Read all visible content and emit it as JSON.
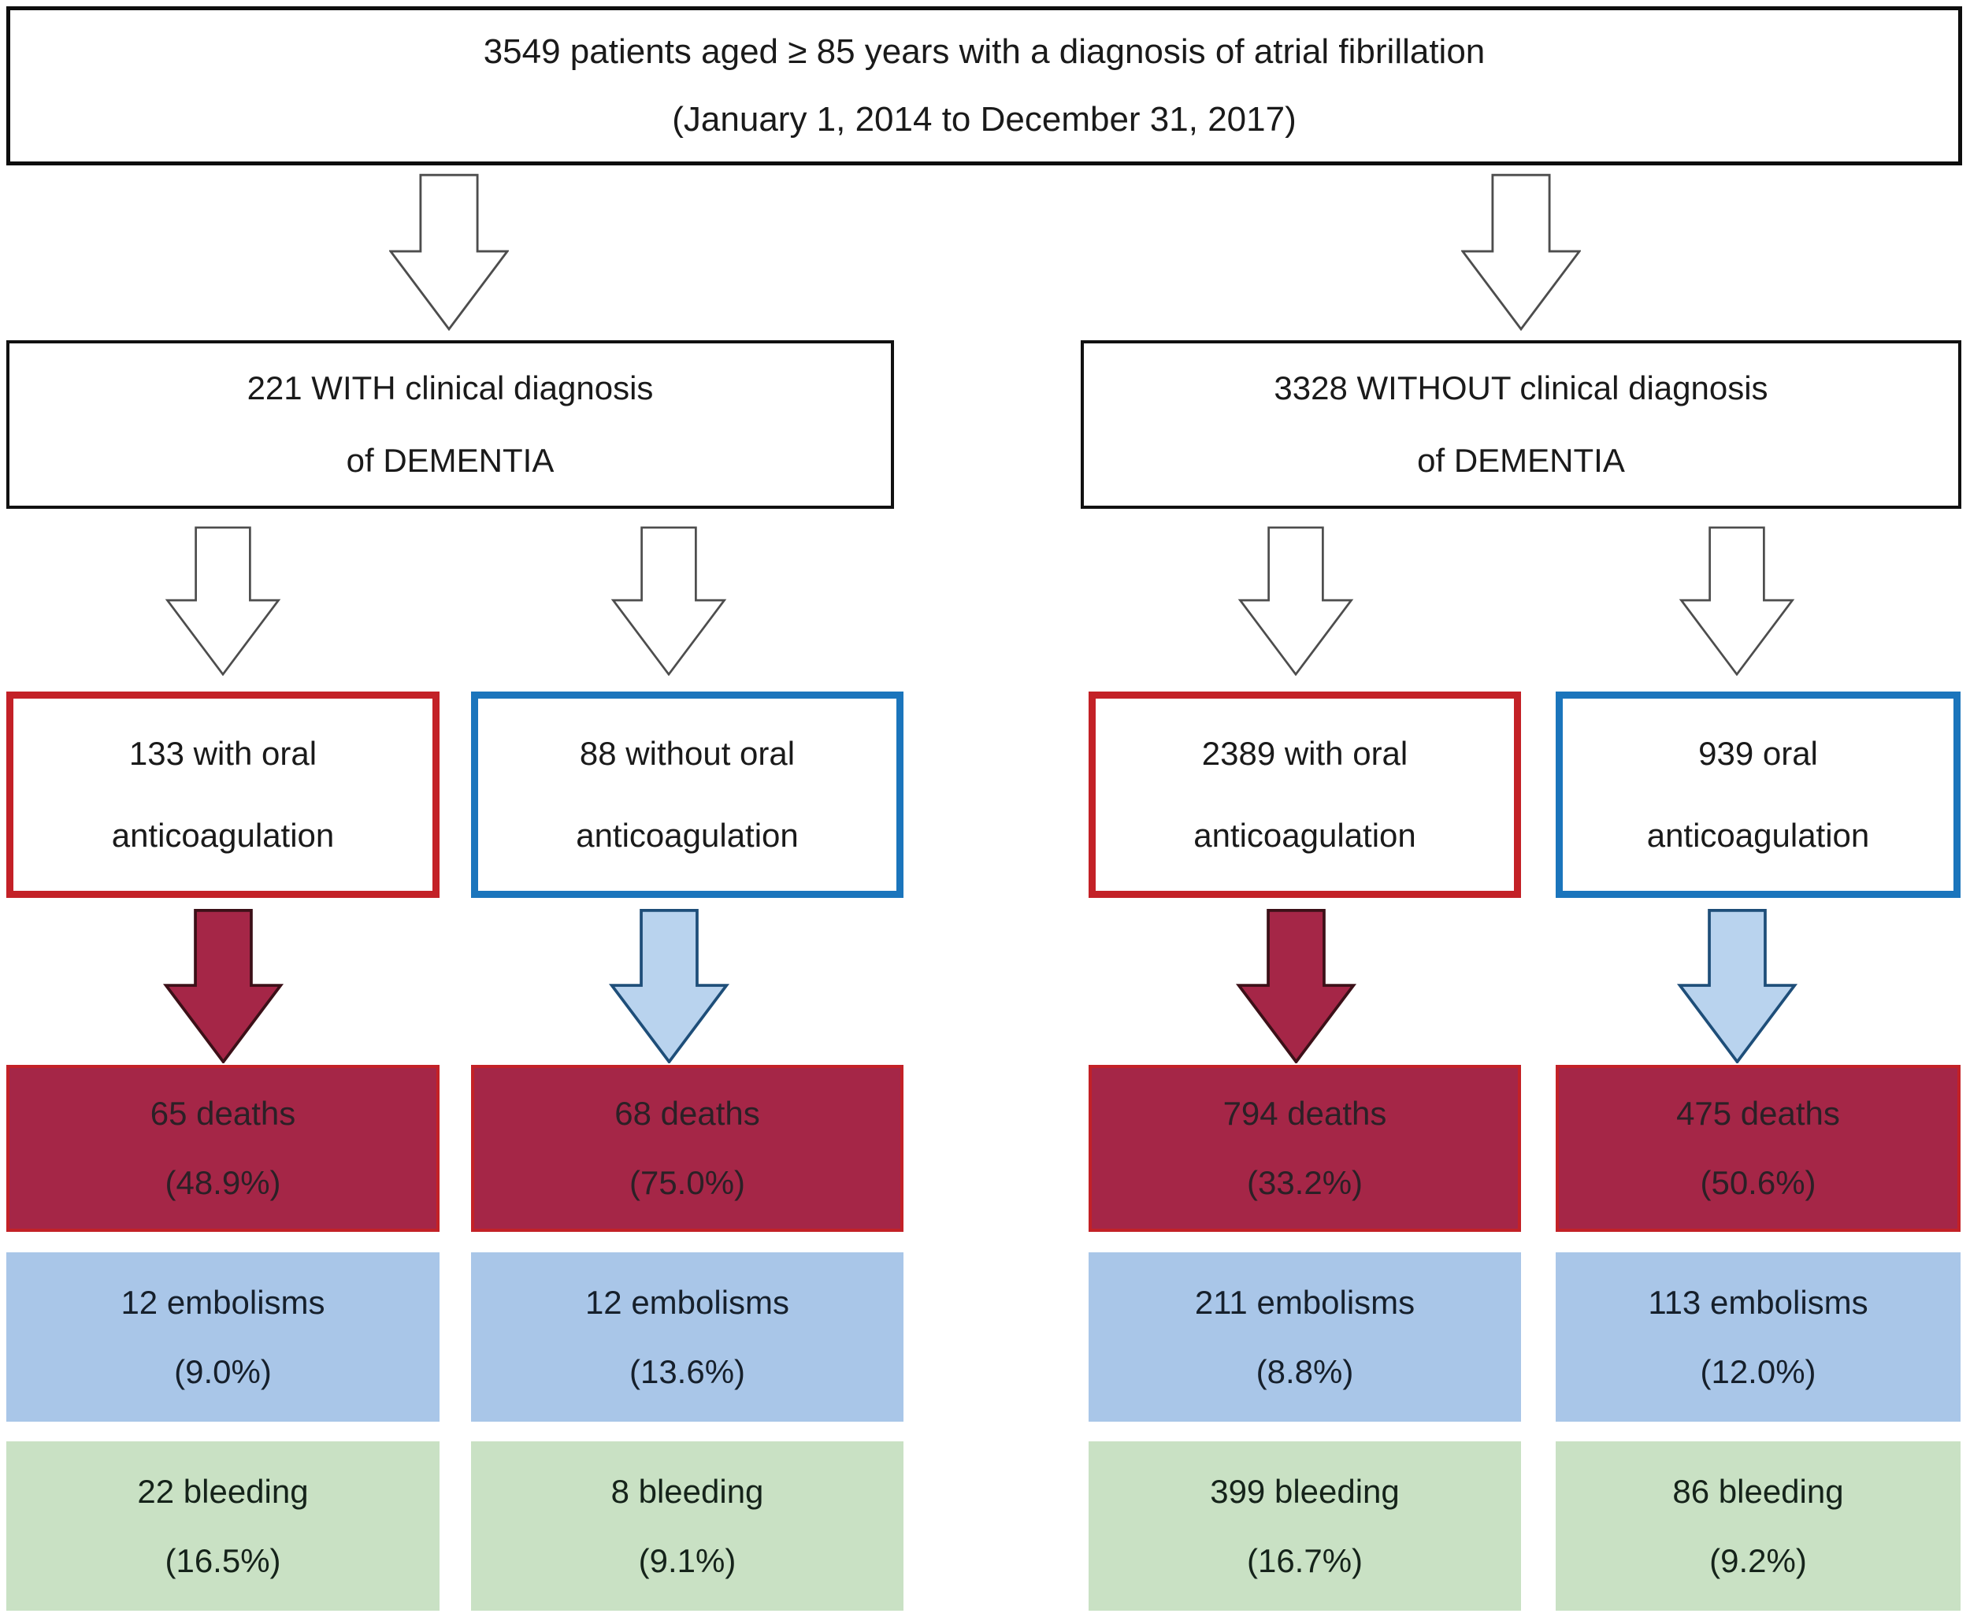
{
  "figure_type": "patient-flow-diagram",
  "header": {
    "line1": "3549 patients aged ≥ 85 years with a diagnosis of atrial fibrillation",
    "line2": "(January 1, 2014 to December 31, 2017)"
  },
  "branches": [
    {
      "line1": "221 WITH clinical diagnosis",
      "line2": "of DEMENTIA"
    },
    {
      "line1": "3328 WITHOUT clinical diagnosis",
      "line2": "of DEMENTIA"
    }
  ],
  "columns": [
    {
      "oac_line1": "133 with oral",
      "oac_line2": "anticoagulation",
      "border": "red",
      "deaths": "65 deaths",
      "deaths_pct": "(48.9%)",
      "embolisms": "12 embolisms",
      "embolisms_pct": "(9.0%)",
      "bleeding": "22 bleeding",
      "bleeding_pct": "(16.5%)"
    },
    {
      "oac_line1": "88 without oral",
      "oac_line2": "anticoagulation",
      "border": "blue",
      "deaths": "68 deaths",
      "deaths_pct": "(75.0%)",
      "embolisms": "12 embolisms",
      "embolisms_pct": "(13.6%)",
      "bleeding": "8 bleeding",
      "bleeding_pct": "(9.1%)"
    },
    {
      "oac_line1": "2389 with oral",
      "oac_line2": "anticoagulation",
      "border": "red",
      "deaths": "794 deaths",
      "deaths_pct": "(33.2%)",
      "embolisms": "211 embolisms",
      "embolisms_pct": "(8.8%)",
      "bleeding": "399 bleeding",
      "bleeding_pct": "(16.7%)"
    },
    {
      "oac_line1": "939 oral",
      "oac_line2": "anticoagulation",
      "border": "blue",
      "deaths": "475 deaths",
      "deaths_pct": "(50.6%)",
      "embolisms": "113 embolisms",
      "embolisms_pct": "(12.0%)",
      "bleeding": "86 bleeding",
      "bleeding_pct": "(9.2%)"
    }
  ],
  "colors": {
    "red_border": "#c32127",
    "dark_red_fill": "#a52647",
    "blue_border": "#1b75bc",
    "navy_arrow_outline": "#1e4e79",
    "light_blue_arrow_fill": "#b9d3ee",
    "light_blue_fill": "#a9c6e8",
    "green_fill": "#c9e1c4",
    "box_outline": "#111111"
  }
}
